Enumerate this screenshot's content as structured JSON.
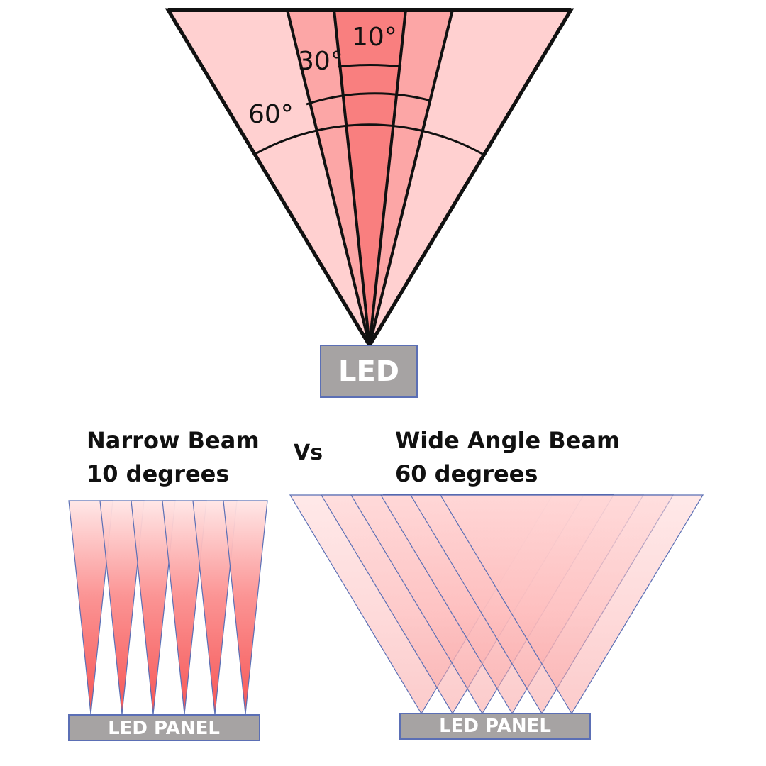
{
  "top_diagram": {
    "angle_60": "60°",
    "angle_30": "30°",
    "angle_10": "10°",
    "led_label": "LED"
  },
  "narrow": {
    "heading_line1": "Narrow Beam",
    "heading_line2": "10 degrees",
    "panel_label": "LED PANEL"
  },
  "vs_label": "Vs",
  "wide": {
    "heading_line1": "Wide Angle Beam",
    "heading_line2": "60 degrees",
    "panel_label": "LED PANEL"
  },
  "colors": {
    "beam_light": "#ffd0d0",
    "beam_mid": "#fca6a6",
    "beam_dark": "#f97f7f",
    "panel_gray": "#a6a3a3",
    "beam_outline": "#5b6fb5"
  }
}
